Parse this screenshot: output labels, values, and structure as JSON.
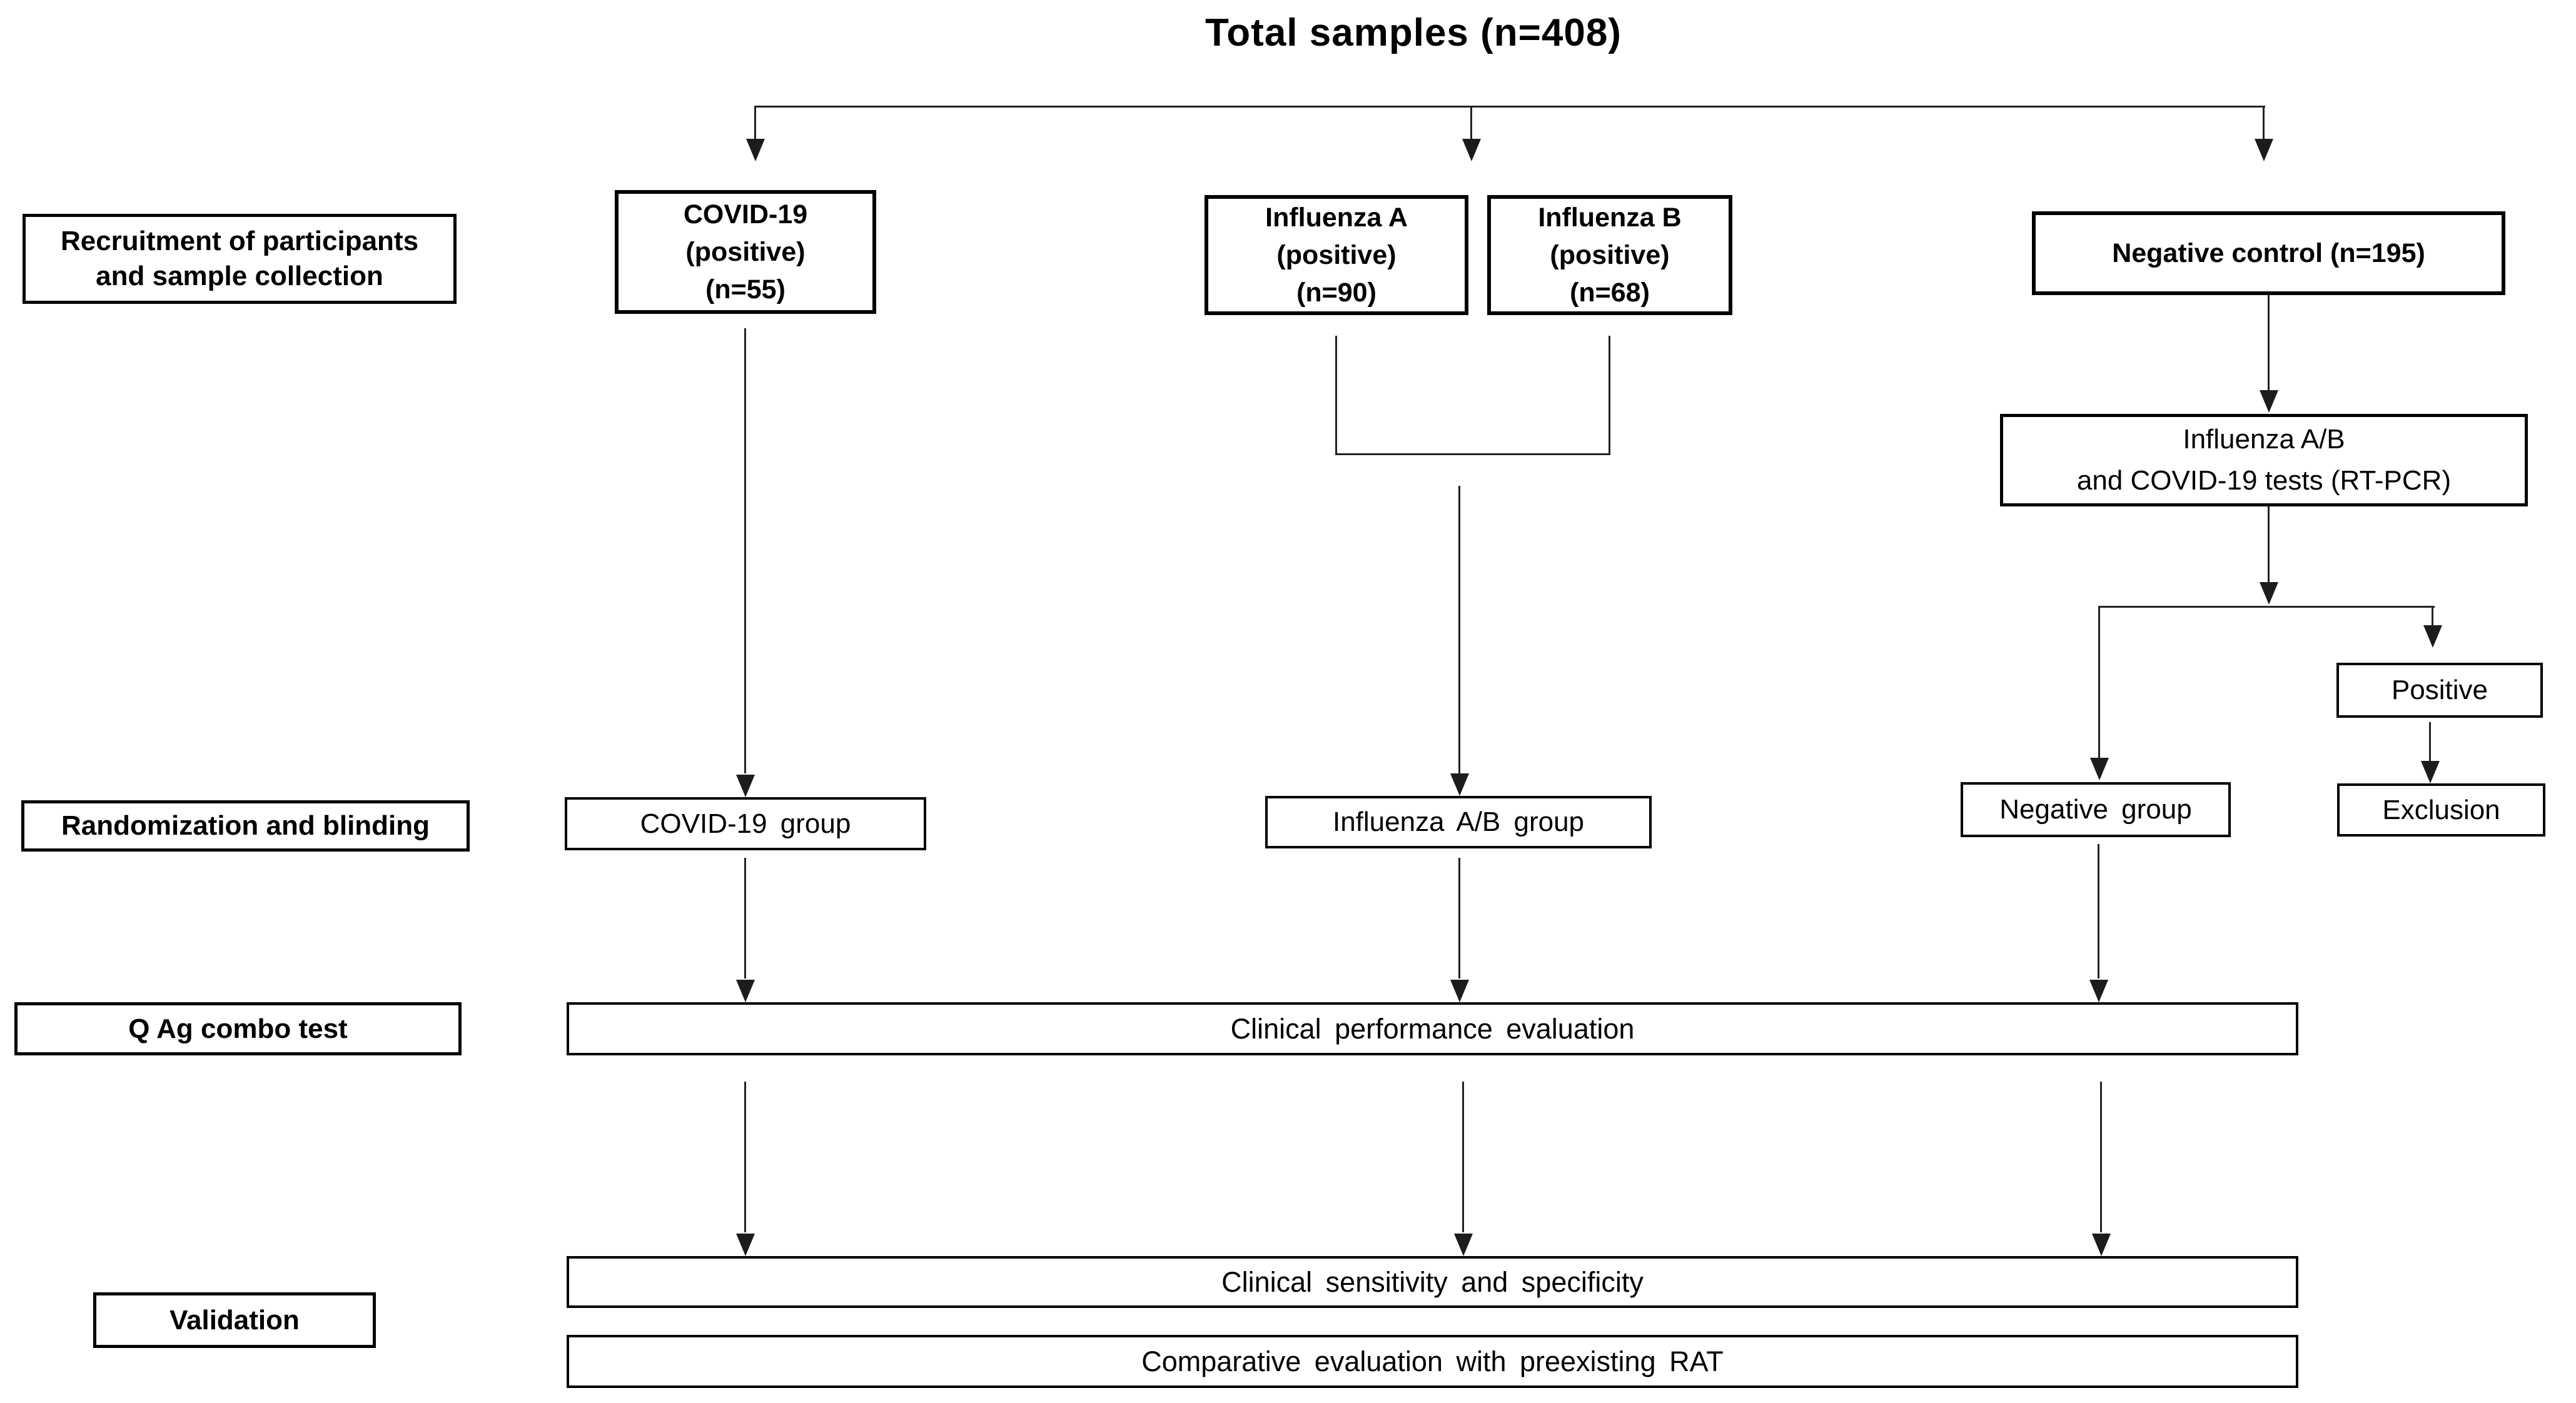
{
  "title": "Total samples (n=408)",
  "stage_labels": {
    "recruitment": "Recruitment of participants\nand sample collection",
    "randomization": "Randomization and blinding",
    "q_ag_combo": "Q Ag combo test",
    "validation": "Validation"
  },
  "nodes": {
    "covid_positive": "COVID-19\n(positive)\n(n=55)",
    "influenza_a": "Influenza A\n(positive)\n(n=90)",
    "influenza_b": "Influenza B\n(positive)\n(n=68)",
    "negative_control": "Negative control (n=195)",
    "rt_pcr": "Influenza A/B\nand COVID-19 tests (RT-PCR)",
    "positive": "Positive",
    "exclusion": "Exclusion",
    "negative_group": "Negative group",
    "covid_group": "COVID-19 group",
    "influenza_group": "Influenza A/B group",
    "performance": "Clinical performance evaluation",
    "sensitivity": "Clinical sensitivity and specificity",
    "comparative": "Comparative evaluation with preexisting RAT"
  },
  "colors": {
    "background": "#ffffff",
    "border": "#000000",
    "line": "#222222",
    "text": "#000000"
  }
}
